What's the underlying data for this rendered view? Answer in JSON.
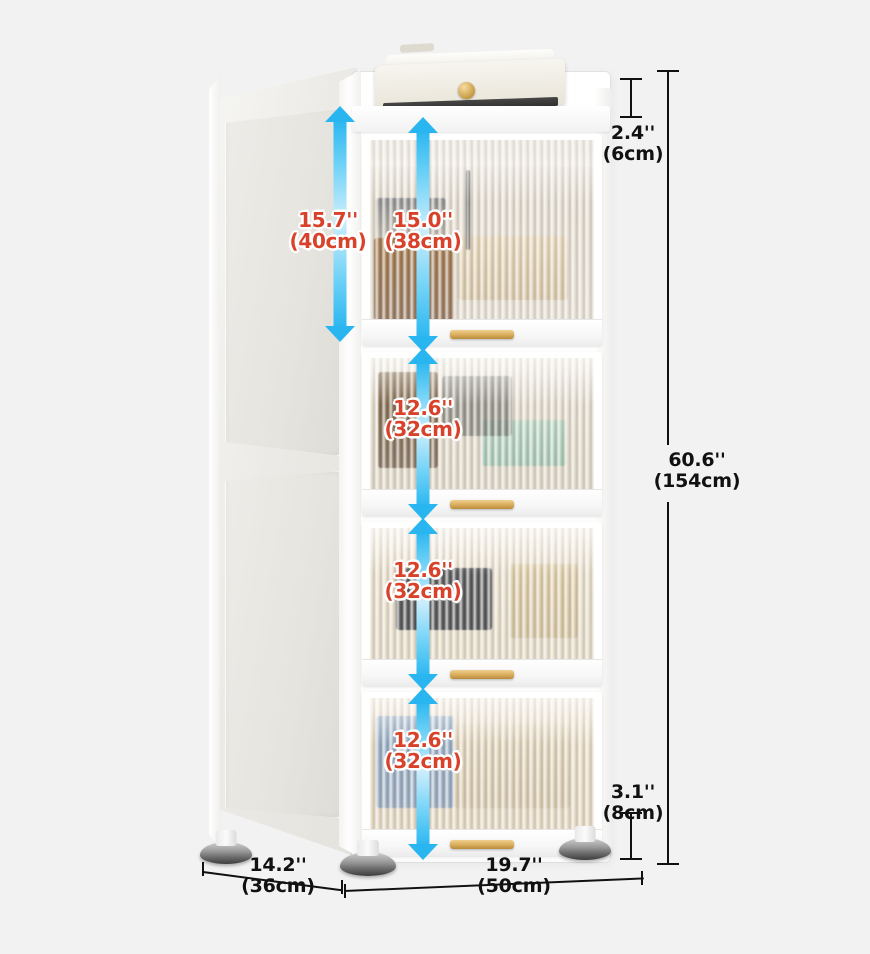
{
  "scene": {
    "title": "Storage cabinet dimension diagram",
    "background_color": "#f2f2f2",
    "product": "4-tier fluted-glass door storage cabinet with top drawer"
  },
  "colors": {
    "callout_red": "#d8422b",
    "callout_outline": "#ffffff",
    "arrow_blue": "#29b6f0",
    "dimension_black": "#111111",
    "cabinet_white": "#ffffff",
    "handle_gold": "#d8ad5c"
  },
  "dimensions": {
    "top_drawer": {
      "inch": "2.4''",
      "metric": "(6cm)",
      "style": "black"
    },
    "side_door_height": {
      "inch": "15.7''",
      "metric": "(40cm)",
      "style": "red"
    },
    "compartment_1": {
      "inch": "15.0''",
      "metric": "(38cm)",
      "style": "red"
    },
    "compartment_2": {
      "inch": "12.6''",
      "metric": "(32cm)",
      "style": "red"
    },
    "compartment_3": {
      "inch": "12.6''",
      "metric": "(32cm)",
      "style": "red"
    },
    "compartment_4": {
      "inch": "12.6''",
      "metric": "(32cm)",
      "style": "red"
    },
    "leg_height": {
      "inch": "3.1''",
      "metric": "(8cm)",
      "style": "black"
    },
    "total_height": {
      "inch": "60.6''",
      "metric": "(154cm)",
      "style": "black"
    },
    "depth": {
      "inch": "14.2''",
      "metric": "(36cm)",
      "style": "black"
    },
    "width": {
      "inch": "19.7''",
      "metric": "(50cm)",
      "style": "black"
    }
  },
  "shelves": [
    {
      "name": "compartment-1",
      "contents": "utensils, wooden boards, glassware"
    },
    {
      "name": "compartment-2",
      "contents": "plates and green bowls"
    },
    {
      "name": "compartment-3",
      "contents": "microwave appliance and jars"
    },
    {
      "name": "compartment-4",
      "contents": "plates and blue dishes"
    }
  ],
  "appliance": {
    "name": "electric griddle",
    "knob": "gold control knob"
  },
  "feet": {
    "count": 3,
    "style": "adjustable metal leveling feet"
  }
}
